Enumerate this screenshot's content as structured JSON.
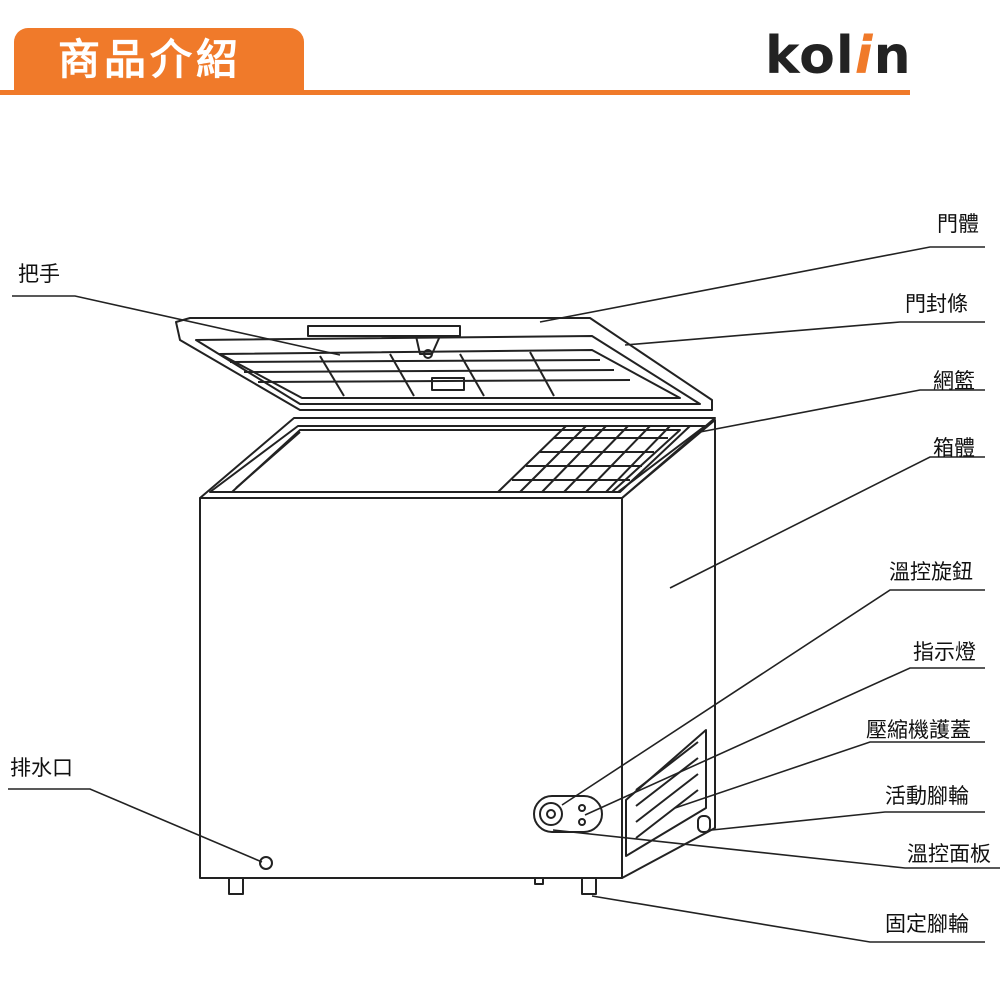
{
  "header": {
    "title": "商品介紹",
    "brand_prefix": "kol",
    "brand_accent": "i",
    "brand_suffix": "n",
    "accent_color": "#f07a2a"
  },
  "labels": {
    "handle": "把手",
    "drain": "排水口",
    "door": "門體",
    "door_seal": "門封條",
    "basket": "網籃",
    "cabinet": "箱體",
    "thermostat_knob": "溫控旋鈕",
    "indicator_light": "指示燈",
    "compressor_cover": "壓縮機護蓋",
    "caster_wheel": "活動腳輪",
    "control_panel": "溫控面板",
    "fixed_foot": "固定腳輪"
  }
}
